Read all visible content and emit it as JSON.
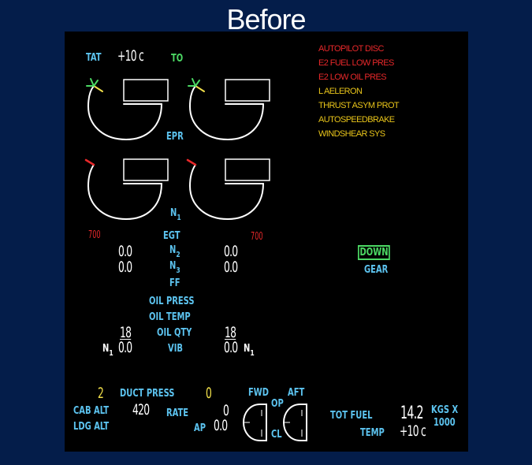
{
  "header": {
    "title": "Before"
  },
  "engine": {
    "tat_label": "TAT",
    "tat_value": "+10 c",
    "thrust_mode": "TO",
    "epr_label": "EPR",
    "n1_label": "N",
    "n1_sub": "1",
    "egt_label": "EGT",
    "egt_left_redline": "700",
    "egt_right_redline": "700",
    "n2_label": "N",
    "n2_sub": "2",
    "n3_label": "N",
    "n3_sub": "3",
    "n2_left": "0.0",
    "n2_right": "0.0",
    "n3_left": "0.0",
    "n3_right": "0.0",
    "ff_label": "FF",
    "oil_press_label": "OIL PRESS",
    "oil_temp_label": "OIL TEMP",
    "oil_qty_label": "OIL QTY",
    "oil_qty_left": "18",
    "oil_qty_right": "18",
    "vib_label": "VIB",
    "vib_left": "0.0",
    "vib_right": "0.0",
    "vib_source_label": "N",
    "vib_source_sub": "1"
  },
  "alerts": [
    {
      "text": "AUTOPILOT DISC",
      "level": "warning",
      "color": "#e8282a"
    },
    {
      "text": "E2 FUEL LOW PRES",
      "level": "warning",
      "color": "#e8282a"
    },
    {
      "text": "E2 LOW OIL PRES",
      "level": "warning",
      "color": "#e8282a"
    },
    {
      "text": "L AELERON",
      "level": "caution",
      "color": "#e8c41a"
    },
    {
      "text": "THRUST ASYM PROT",
      "level": "caution",
      "color": "#e8c41a"
    },
    {
      "text": "AUTOSPEEDBRAKE",
      "level": "caution",
      "color": "#e8c41a"
    },
    {
      "text": "WINDSHEAR SYS",
      "level": "caution",
      "color": "#e8c41a"
    }
  ],
  "gear": {
    "status": "DOWN",
    "label": "GEAR"
  },
  "cabin": {
    "duct_press_label": "DUCT PRESS",
    "duct_press_left": "2",
    "duct_press_right": "0",
    "cab_alt_label": "CAB ALT",
    "cab_alt_value": "420",
    "rate_label": "RATE",
    "rate_value": "0",
    "ldg_alt_label": "LDG ALT",
    "ap_label": "AP",
    "ap_value": "0.0",
    "fwd_label": "FWD",
    "aft_label": "AFT",
    "op_label": "OP",
    "cl_label": "CL"
  },
  "fuel": {
    "tot_fuel_label": "TOT FUEL",
    "tot_fuel_value": "14.2",
    "units_line1": "KGS X",
    "units_line2": "1000",
    "temp_label": "TEMP",
    "temp_value": "+10 c"
  },
  "colors": {
    "background": "#041d4a",
    "panel": "#000000",
    "label_cyan": "#5cc3ef",
    "value_white": "#ffffff",
    "mode_green": "#4cd964",
    "warning_red": "#e8282a",
    "caution_amber": "#e8c41a"
  }
}
